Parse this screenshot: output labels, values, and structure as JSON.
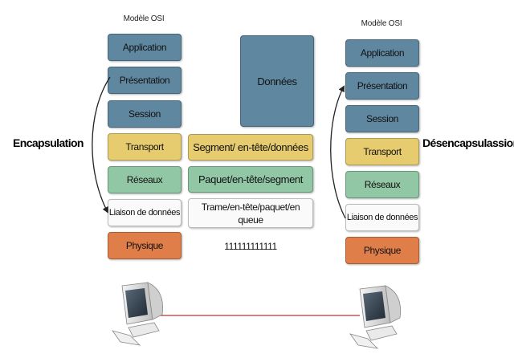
{
  "left_stack": {
    "title": "Modèle OSI",
    "layers": [
      {
        "label": "Application",
        "color": "#5f87a0"
      },
      {
        "label": "Présentation",
        "color": "#5f87a0"
      },
      {
        "label": "Session",
        "color": "#5f87a0"
      },
      {
        "label": "Transport",
        "color": "#e6cc6e"
      },
      {
        "label": "Réseaux",
        "color": "#92c7a6"
      },
      {
        "label": "Liaison de données",
        "color": "#fafafa"
      },
      {
        "label": "Physique",
        "color": "#e07e49"
      }
    ]
  },
  "right_stack": {
    "title": "Modèle OSI",
    "layers": [
      {
        "label": "Application"
      },
      {
        "label": "Présentation"
      },
      {
        "label": "Session"
      },
      {
        "label": "Transport"
      },
      {
        "label": "Réseaux"
      },
      {
        "label": "Liaison de données"
      },
      {
        "label": "Physique"
      }
    ]
  },
  "labels": {
    "encapsulation": "Encapsulation",
    "decapsulation": "Désencapsulassion"
  },
  "middle": {
    "data": "Données",
    "segment": "Segment/ en-tête/données",
    "packet": "Paquet/en-tête/segment",
    "frame": "Trame/en-tête/paquet/en queue",
    "bits": "111111111111"
  },
  "network": {
    "link_color": "#b03a3a",
    "icons": [
      "computer-icon",
      "computer-icon"
    ]
  }
}
